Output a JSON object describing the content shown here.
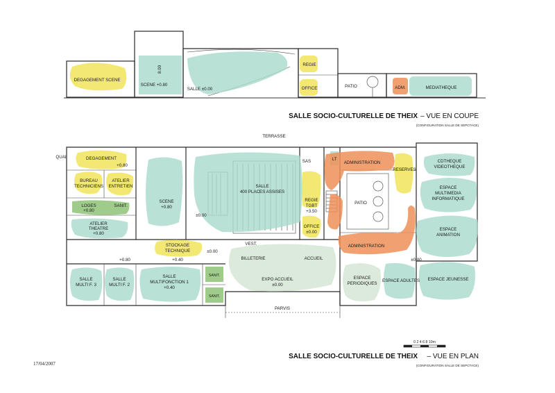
{
  "section_title": {
    "main": "SALLE SOCIO-CULTURELLE DE THEIX",
    "sub": "– VUE EN COUPE",
    "config": "(CONFIGURATION SALLE DE SEPCTACE)"
  },
  "plan_title": {
    "main": "SALLE SOCIO-CULTURELLE DE THEIX",
    "sub": "– VUE EN PLAN",
    "config": "(CONFIGURATION SALLE DE SEPCTACE)"
  },
  "date": "17/04/2007",
  "scale_label": "0 2 4 6 8 10m",
  "section_rooms": {
    "degagement_scene": "DEGAGEMENT SCENE",
    "scene": "SCENE +0.80",
    "height": "8.00",
    "salle": "SALLE ±0.00",
    "regie": "REGIE",
    "office": "OFFICE",
    "patio": "PATIO",
    "adm": "ADM.",
    "mediatheque": "MEDIATHEQUE"
  },
  "plan_rooms": {
    "terrasse": "TERRASSE",
    "quai": "QUAI",
    "degagement": "DEGAGEMENT",
    "deg_level": "+0.80",
    "bureau": "BUREAU",
    "techniciens": "TECHNICIENS",
    "atelier": "ATELIER",
    "entretien": "ENTRETIEN",
    "loges": "LOGES",
    "loges_level": "+0.80",
    "sanit1": "SANIT.",
    "atelier_theatre": "ATELIER",
    "theatre": "THEATRE",
    "theatre_level": "+0.80",
    "scene": "SCENE",
    "scene_level": "+0.80",
    "salle": "SALLE",
    "places": "400 PLACES ASSISES",
    "salle_level": "±0.00",
    "sas": "SAS",
    "lt": "LT",
    "regie": "REGIE",
    "tgbt": "TGBT",
    "regie_level": "+3.50",
    "office": "OFFICE",
    "office_level": "±0.00",
    "administration1": "ADMINISTRATION",
    "patio": "PATIO",
    "reserves": "RESERVES",
    "administration2": "ADMINISTRATION",
    "cdtheque": "CDTHEQUE",
    "videotheque": "VIDEOTHEQUE",
    "espace_multimedia": "ESPACE",
    "multimedia": "MULTIMEDIA",
    "informatique": "INFORMATIQUE",
    "espace_animation": "ESPACE",
    "animation": "ANIMATION",
    "stockage": "STOCKAGE",
    "technique": "TECHNIQUE",
    "level_000a": "±0.00",
    "vest": "VEST.",
    "level_080": "+0.80",
    "level_040": "+0.40",
    "salle_multi3a": "SALLE",
    "salle_multi3b": "MULTI F. 3",
    "salle_multi2a": "SALLE",
    "salle_multi2b": "MULTI F. 2",
    "salle_multi1a": "SALLE",
    "salle_multi1b": "MULTIFONCTION 1",
    "salle_multi1c": "+0.40",
    "sanit2": "SANIT.",
    "sanit3": "SANIT.",
    "billeterie": "BILLETERIE",
    "accueil": "ACCUEIL",
    "expo_accueil": "EXPO ACCUEIL",
    "expo_level": "±0.00",
    "espace_perio_a": "ESPACE",
    "espace_perio_b": "PERIODIQUES",
    "espace_adultes": "ESPACE ADULTES",
    "espace_jeunesse": "ESPACE JEUNESSE",
    "level_000b": "±0.00",
    "parvis": "PARVIS"
  },
  "colors": {
    "green": "#cfe3cf",
    "teal": "#a8d9cc",
    "yellow": "#f1e45a",
    "orange": "#ef9058",
    "light_green": "#8fc377"
  }
}
